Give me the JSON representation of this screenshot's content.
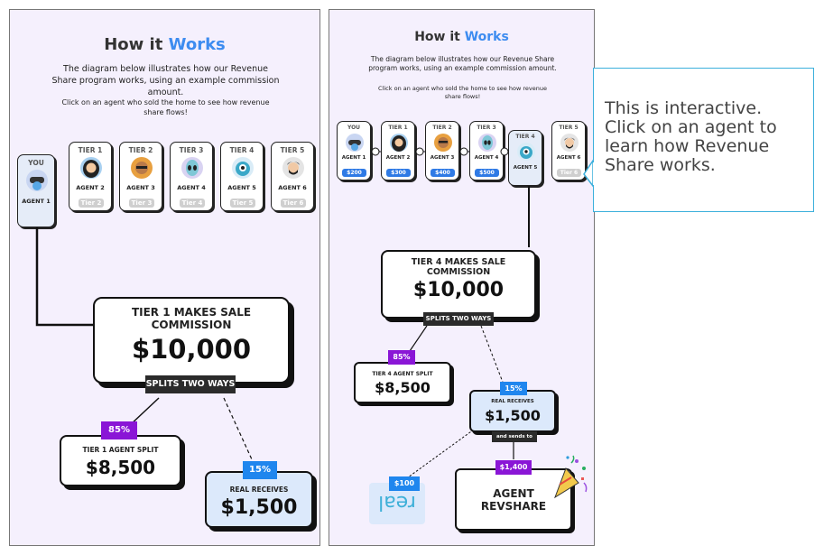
{
  "colors": {
    "accent_blue": "#3d8cf0",
    "tier_pill_blue": "#2f7ae5",
    "purple": "#8a16d6",
    "dark": "#2b2b2b",
    "real_box": "#dce9fb",
    "panel_bg": "#f5f0fd",
    "callout_border": "#3cb0dc"
  },
  "panelA": {
    "title_pre": "How it ",
    "title_accent": "Works",
    "desc": "The diagram below illustrates how our Revenue Share program works, using an example commission amount.",
    "instruction": "Click on an agent who sold the home to see how revenue share flows!",
    "agents": [
      {
        "tier": "YOU",
        "name": "AGENT 1",
        "pill": "",
        "avatar": "vr-headset-avatar-icon"
      },
      {
        "tier": "TIER 1",
        "name": "AGENT 2",
        "pill": "Tier 2",
        "avatar": "woman-avatar-icon"
      },
      {
        "tier": "TIER 2",
        "name": "AGENT 3",
        "pill": "Tier 3",
        "avatar": "bald-glasses-avatar-icon"
      },
      {
        "tier": "TIER 3",
        "name": "AGENT 4",
        "pill": "Tier 4",
        "avatar": "alien-avatar-icon"
      },
      {
        "tier": "TIER 4",
        "name": "AGENT 5",
        "pill": "Tier 5",
        "avatar": "monster-avatar-icon"
      },
      {
        "tier": "TIER 5",
        "name": "AGENT 6",
        "pill": "Tier 6",
        "avatar": "bearded-man-avatar-icon"
      }
    ],
    "sale_title_line1": "TIER 1 MAKES SALE",
    "sale_title_line2": "COMMISSION",
    "sale_amount": "$10,000",
    "splits": "SPLITS TWO WAYS",
    "split_pct": "85%",
    "split_label": "TIER 1 AGENT SPLIT",
    "split_amount": "$8,500",
    "real_pct": "15%",
    "real_label": "REAL RECEIVES",
    "real_amount": "$1,500"
  },
  "panelB": {
    "title_pre": "How it ",
    "title_accent": "Works",
    "desc": "The diagram below illustrates how our Revenue Share program works, using an example commission amount.",
    "instruction": "Click on an agent who sold the home to see how revenue share flows!",
    "agents": [
      {
        "tier": "YOU",
        "name": "AGENT 1",
        "pill": "$200",
        "avatar": "vr-headset-avatar-icon"
      },
      {
        "tier": "TIER 1",
        "name": "AGENT 2",
        "pill": "$300",
        "avatar": "woman-avatar-icon"
      },
      {
        "tier": "TIER 2",
        "name": "AGENT 3",
        "pill": "$400",
        "avatar": "bald-glasses-avatar-icon"
      },
      {
        "tier": "TIER 3",
        "name": "AGENT 4",
        "pill": "$500",
        "avatar": "alien-avatar-icon"
      },
      {
        "tier": "TIER 4",
        "name": "AGENT 5",
        "pill": "",
        "avatar": "monster-avatar-icon"
      },
      {
        "tier": "TIER 5",
        "name": "AGENT 6",
        "pill": "Tier 6",
        "avatar": "bearded-man-avatar-icon"
      }
    ],
    "sale_title_line1": "TIER 4 MAKES SALE",
    "sale_title_line2": "COMMISSION",
    "sale_amount": "$10,000",
    "splits": "SPLITS TWO WAYS",
    "split_pct": "85%",
    "split_label": "TIER 4 AGENT SPLIT",
    "split_amount": "$8,500",
    "real_pct": "15%",
    "real_label": "REAL RECEIVES",
    "real_amount": "$1,500",
    "sends": "and sends to",
    "real_logo_amount": "$100",
    "real_logo_text": "real",
    "revshare_amount": "$1,400",
    "revshare_line1": "AGENT",
    "revshare_line2": "REVSHARE"
  },
  "callout": {
    "text": "This is interactive. Click on an agent to learn how Revenue Share works."
  }
}
